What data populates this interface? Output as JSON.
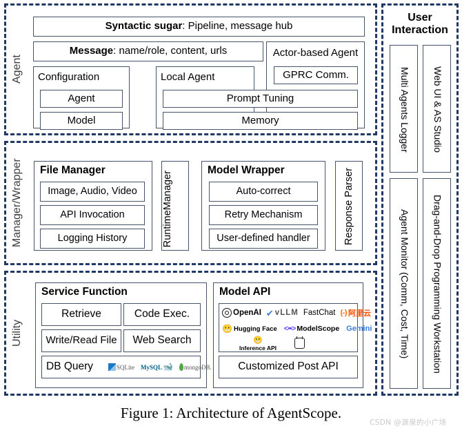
{
  "figure": {
    "caption": "Figure 1:  Architecture of AgentScope.",
    "watermark": "CSDN @源泉的小广场"
  },
  "colors": {
    "layer_border": "#1F3864",
    "box_border": "#44546A",
    "layer_label": "#404040",
    "watermark": "#c9c9c9"
  },
  "layers": [
    {
      "name": "Agent",
      "boxes": {
        "syntactic_sugar_bold": "Syntactic sugar",
        "syntactic_sugar_rest": ": Pipeline, message hub",
        "message_bold": "Message",
        "message_rest": ": name/role, content, urls",
        "actor_based_agent": "Actor-based Agent",
        "gprc_comm": "GPRC Comm.",
        "configuration": "Configuration",
        "agent": "Agent",
        "model": "Model",
        "local_agent": "Local Agent",
        "prompt_tuning": "Prompt Tuning",
        "memory": "Memory"
      }
    },
    {
      "name": "Manager/Wrapper",
      "boxes": {
        "file_manager": "File Manager",
        "image_audio_video": "Image, Audio, Video",
        "api_invocation": "API Invocation",
        "logging_history": "Logging History",
        "runtime_manager": "Runtime\nManager",
        "runtime_manager_line1": "Runtime",
        "runtime_manager_line2": "Manager",
        "model_wrapper": "Model Wrapper",
        "auto_correct": "Auto-correct",
        "retry_mechanism": "Retry Mechanism",
        "user_defined_handler": "User-defined handler",
        "response_parser": "Response Parser"
      }
    },
    {
      "name": "Utility",
      "boxes": {
        "service_function": "Service Function",
        "retrieve": "Retrieve",
        "code_exec": "Code Exec.",
        "write_read_file": "Write/Read File",
        "web_search": "Web Search",
        "db_query": "DB Query",
        "model_api": "Model API",
        "customized_post_api": "Customized Post API"
      },
      "db_logos": [
        "SQLite",
        "MySQL",
        "mongoDB."
      ],
      "model_api_logos_row1": [
        "OpenAI",
        "vLLM",
        "FastChat",
        "阿里云"
      ],
      "model_api_logos_row2": [
        "Hugging Face",
        "ModelScope",
        "Gemini"
      ],
      "model_api_logos_row3": [
        "Inference API",
        "Ollama"
      ]
    }
  ],
  "user_interaction": {
    "title_line1": "User",
    "title_line2": "Interaction",
    "panels": [
      {
        "label": "Multi Agents Logger"
      },
      {
        "label": "Web UI & AS Studio"
      },
      {
        "label": "Agent Monitor (Comm, Cost, Time)"
      },
      {
        "label": "Drag-and-Drop Programming Workstation"
      }
    ]
  }
}
